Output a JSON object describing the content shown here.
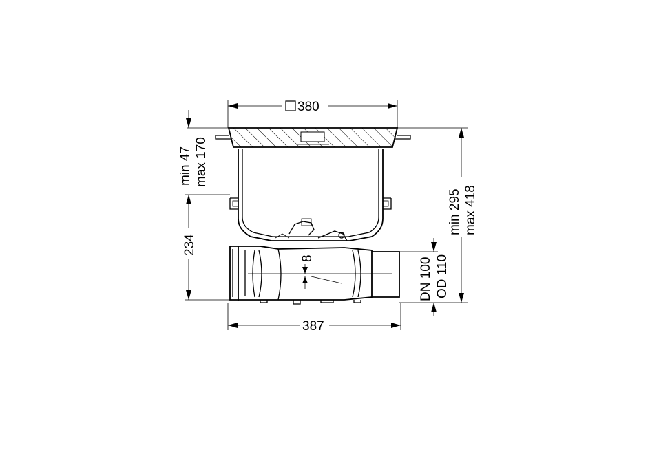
{
  "dimensions": {
    "top_width": "380",
    "top_width_symbol": "□",
    "bottom_width": "387",
    "left_upper_min": "min 47",
    "left_upper_max": "max 170",
    "left_lower": "234",
    "right_min": "min 295",
    "right_max": "max 418",
    "pipe_dn": "DN 100",
    "pipe_od": "OD 110",
    "offset": "8"
  },
  "colors": {
    "line": "#000000",
    "background": "#ffffff"
  }
}
